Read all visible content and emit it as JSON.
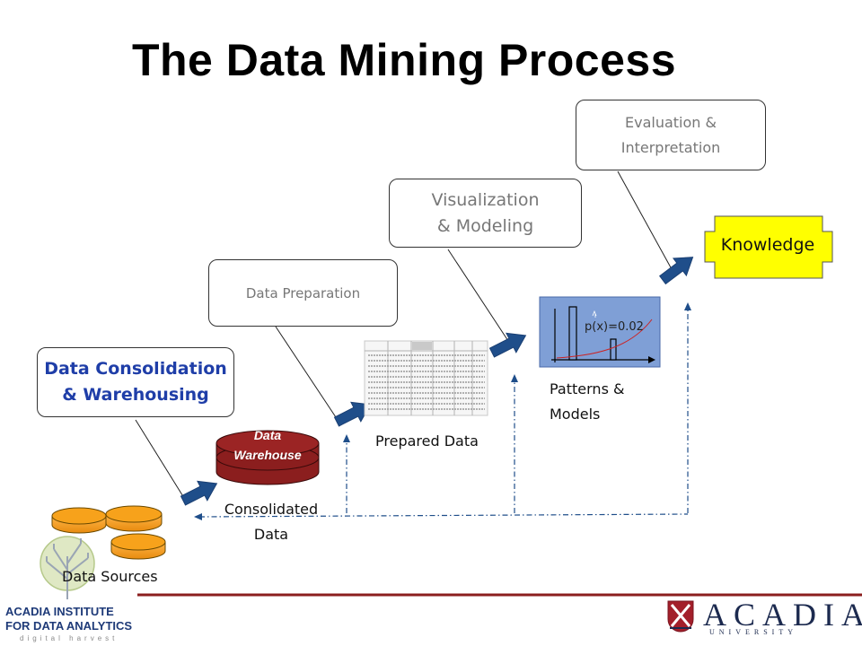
{
  "title": "The Data Mining Process",
  "callouts": {
    "consolidation": "Data Consolidation\n& Warehousing",
    "preparation": "Data Preparation",
    "visualization": "Visualization\n& Modeling",
    "evaluation": "Evaluation &\nInterpretation"
  },
  "labels": {
    "data_sources": "Data Sources",
    "consolidated_data": "Consolidated\nData",
    "data_warehouse": "Data\nWarehouse",
    "prepared_data": "Prepared Data",
    "patterns_models": "Patterns &\nModels",
    "knowledge": "Knowledge",
    "formula": "p(x)=0.02"
  },
  "logos": {
    "institute_line1": "ACADIA INSTITUTE",
    "institute_line2": "FOR DATA ANALYTICS",
    "institute_tagline": "digital harvest",
    "university_name": "ACADIA",
    "university_sub": "UNIVERSITY"
  },
  "colors": {
    "arrow": "#1f4e8a",
    "knowledge_fill": "#ffff00",
    "disk_fill": "#f7a21b",
    "warehouse_fill": "#8b1e1e",
    "model_panel": "#7f9fd6",
    "footer_line": "#8b1e1e",
    "consolidation_text": "#1f3ea8"
  },
  "icons": [
    "database-disk-icon",
    "spreadsheet-thumbnail-icon",
    "model-chart-icon",
    "tree-logo-icon",
    "crest-icon"
  ]
}
